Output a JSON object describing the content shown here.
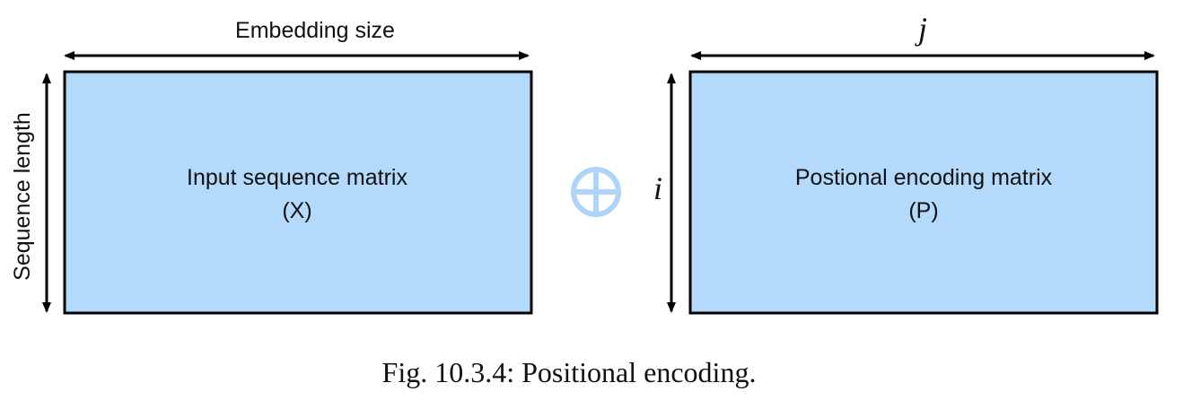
{
  "diagram": {
    "left": {
      "top_label": "Embedding size",
      "side_label": "Sequence length",
      "matrix_title": "Input sequence matrix",
      "matrix_symbol": "(X)"
    },
    "operator": {
      "symbol": "⊕",
      "icon": "circled-plus-icon",
      "color": "#aed4fa"
    },
    "right": {
      "top_label": "j",
      "side_label": "i",
      "matrix_title": "Postional encoding matrix",
      "matrix_symbol": "(P)"
    },
    "matrix_fill": "#b3d9fb"
  },
  "caption": "Fig. 10.3.4: Positional encoding."
}
